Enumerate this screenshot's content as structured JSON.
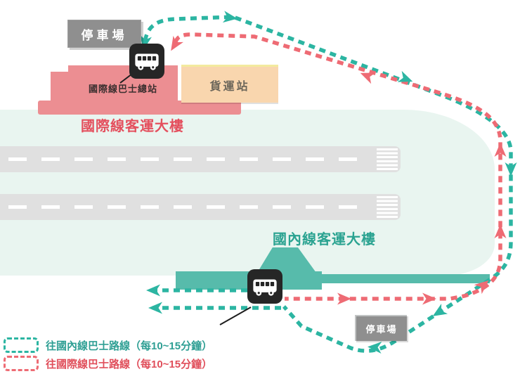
{
  "diagram": {
    "labels": {
      "parking_top": "停車場",
      "parking_bottom": "停車場",
      "international_bus_terminal": "國際線巴士總站",
      "cargo_terminal": "貨運站",
      "international_terminal": "國際線客運大樓",
      "domestic_terminal": "國內線客運大樓"
    },
    "legend": {
      "items": [
        {
          "label": "往國內線巴士路線（每10~15分鐘）",
          "color": "#2cb5a2"
        },
        {
          "label": "往國際線巴士路線（每10~15分鐘）",
          "color": "#ee6b74"
        }
      ]
    },
    "icons": [
      "bus-stop-icon",
      "bus-stop-icon"
    ],
    "colors": {
      "apron": "#e9f5f0",
      "runway": "#e0e0e0",
      "intl_building": "#ec8e92",
      "intl_text": "#e4505e",
      "domestic_building": "#57bbab",
      "domestic_text": "#2ba391",
      "cargo_fill": "#f9d6ae",
      "cargo_border": "#f3ea9e",
      "cargo_text": "#6d675b",
      "parking_fill": "#8f8f8f",
      "bus_label": "#3b2f2f",
      "teal_route": "#2cb5a2",
      "red_route": "#ee6b74",
      "teal_text": "#2f9f94",
      "red_text": "#e04f5b"
    }
  }
}
